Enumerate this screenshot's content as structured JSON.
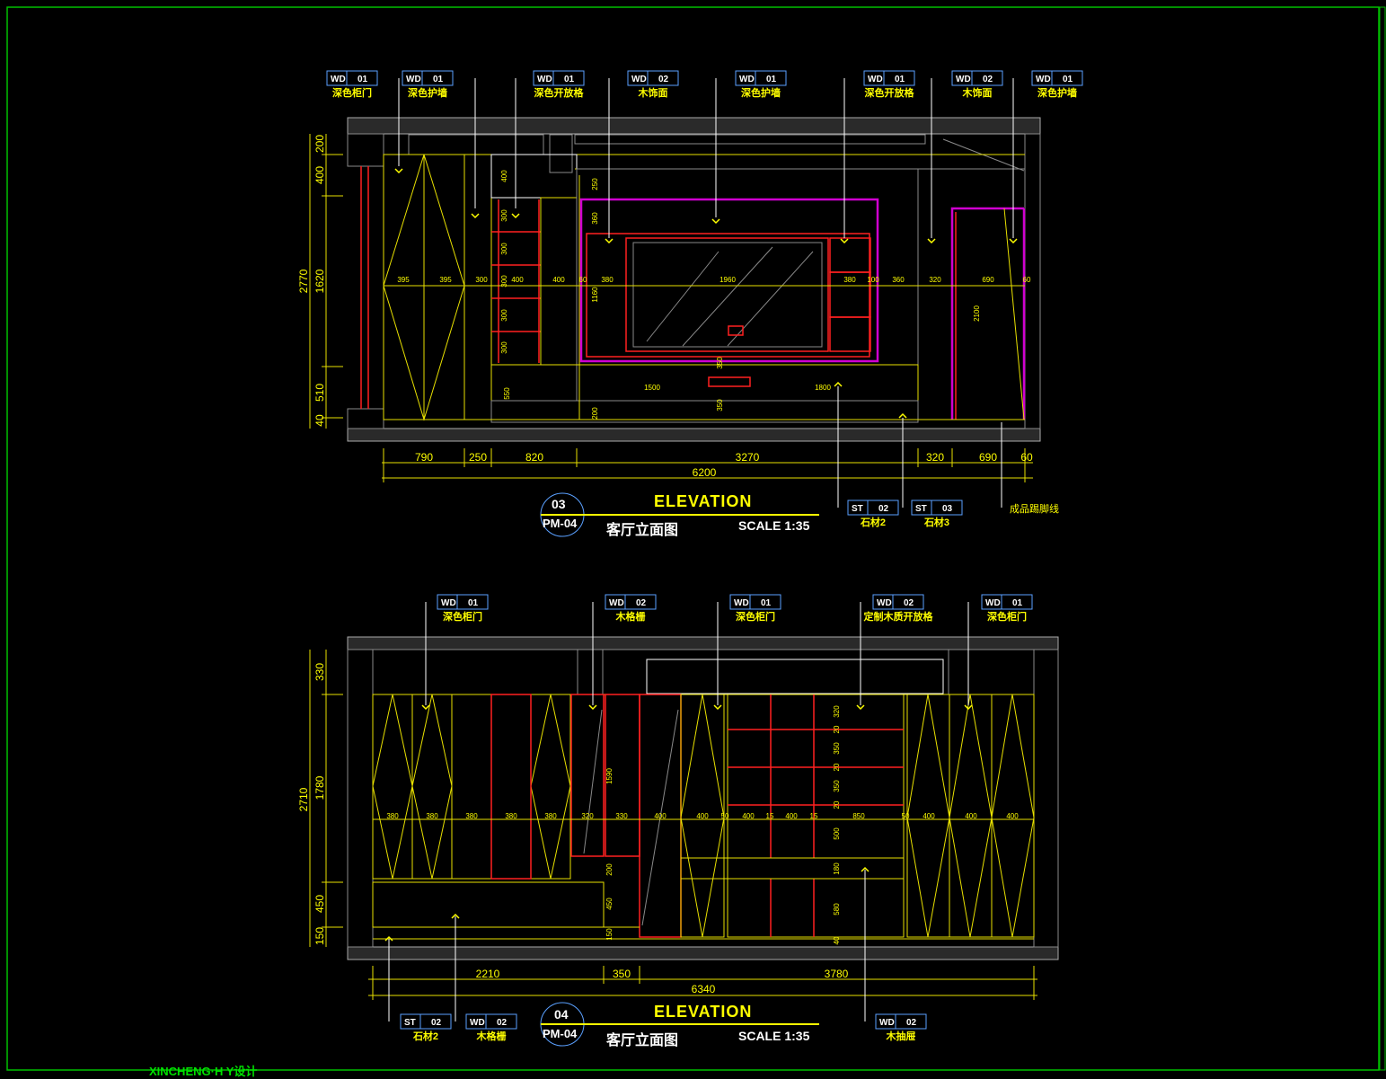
{
  "title_block": {
    "footer_text": "XINCHENG·H Y设计"
  },
  "elevation_03": {
    "sheet_no": "03",
    "sheet_ref": "PM-04",
    "title_en": "ELEVATION",
    "title_cn": "客厅立面图",
    "scale": "SCALE 1:35",
    "top_tags": [
      {
        "code": "WD",
        "no": "01",
        "label": "深色柜门"
      },
      {
        "code": "WD",
        "no": "01",
        "label": "深色护墙"
      },
      {
        "code": "WD",
        "no": "01",
        "label": "深色开放格"
      },
      {
        "code": "WD",
        "no": "02",
        "label": "木饰面"
      },
      {
        "code": "WD",
        "no": "01",
        "label": "深色护墙"
      },
      {
        "code": "WD",
        "no": "01",
        "label": "深色开放格"
      },
      {
        "code": "WD",
        "no": "02",
        "label": "木饰面"
      },
      {
        "code": "WD",
        "no": "01",
        "label": "深色护墙"
      }
    ],
    "bottom_tags": [
      {
        "code": "ST",
        "no": "02",
        "label": "石材2"
      },
      {
        "code": "ST",
        "no": "03",
        "label": "石材3"
      }
    ],
    "note": "成品踢脚线",
    "dims_bottom": [
      "790",
      "250",
      "820",
      "3270",
      "320",
      "690",
      "60"
    ],
    "dim_total": "6200",
    "dims_left_outer": "2770",
    "dims_left": [
      "200",
      "400",
      "1620",
      "510",
      "40"
    ],
    "inner_dims": [
      "395",
      "395",
      "300",
      "400",
      "400",
      "60",
      "380",
      "1960",
      "380",
      "100",
      "360",
      "320",
      "690",
      "60",
      "1500",
      "1800",
      "2100",
      "1160",
      "360",
      "250",
      "350",
      "550",
      "200",
      "350",
      "300",
      "300",
      "300",
      "300",
      "300",
      "400"
    ]
  },
  "elevation_04": {
    "sheet_no": "04",
    "sheet_ref": "PM-04",
    "title_en": "ELEVATION",
    "title_cn": "客厅立面图",
    "scale": "SCALE 1:35",
    "top_tags": [
      {
        "code": "WD",
        "no": "01",
        "label": "深色柜门"
      },
      {
        "code": "WD",
        "no": "02",
        "label": "木格栅"
      },
      {
        "code": "WD",
        "no": "01",
        "label": "深色柜门"
      },
      {
        "code": "WD",
        "no": "02",
        "label": "定制木质开放格"
      },
      {
        "code": "WD",
        "no": "01",
        "label": "深色柜门"
      }
    ],
    "bottom_tags": [
      {
        "code": "ST",
        "no": "02",
        "label": "石材2"
      },
      {
        "code": "WD",
        "no": "02",
        "label": "木格栅"
      },
      {
        "code": "WD",
        "no": "02",
        "label": "木抽屉"
      }
    ],
    "dims_bottom": [
      "2210",
      "350",
      "3780"
    ],
    "dim_total": "6340",
    "dims_left_outer": "2710",
    "dims_left": [
      "330",
      "1780",
      "450",
      "150"
    ],
    "inner_dims": [
      "380",
      "380",
      "380",
      "380",
      "380",
      "320",
      "330",
      "400",
      "400",
      "50",
      "400",
      "15",
      "400",
      "15",
      "850",
      "50",
      "400",
      "400",
      "400",
      "1590",
      "200",
      "450",
      "150",
      "320",
      "20",
      "350",
      "20",
      "350",
      "20",
      "500",
      "180",
      "580",
      "40"
    ]
  }
}
